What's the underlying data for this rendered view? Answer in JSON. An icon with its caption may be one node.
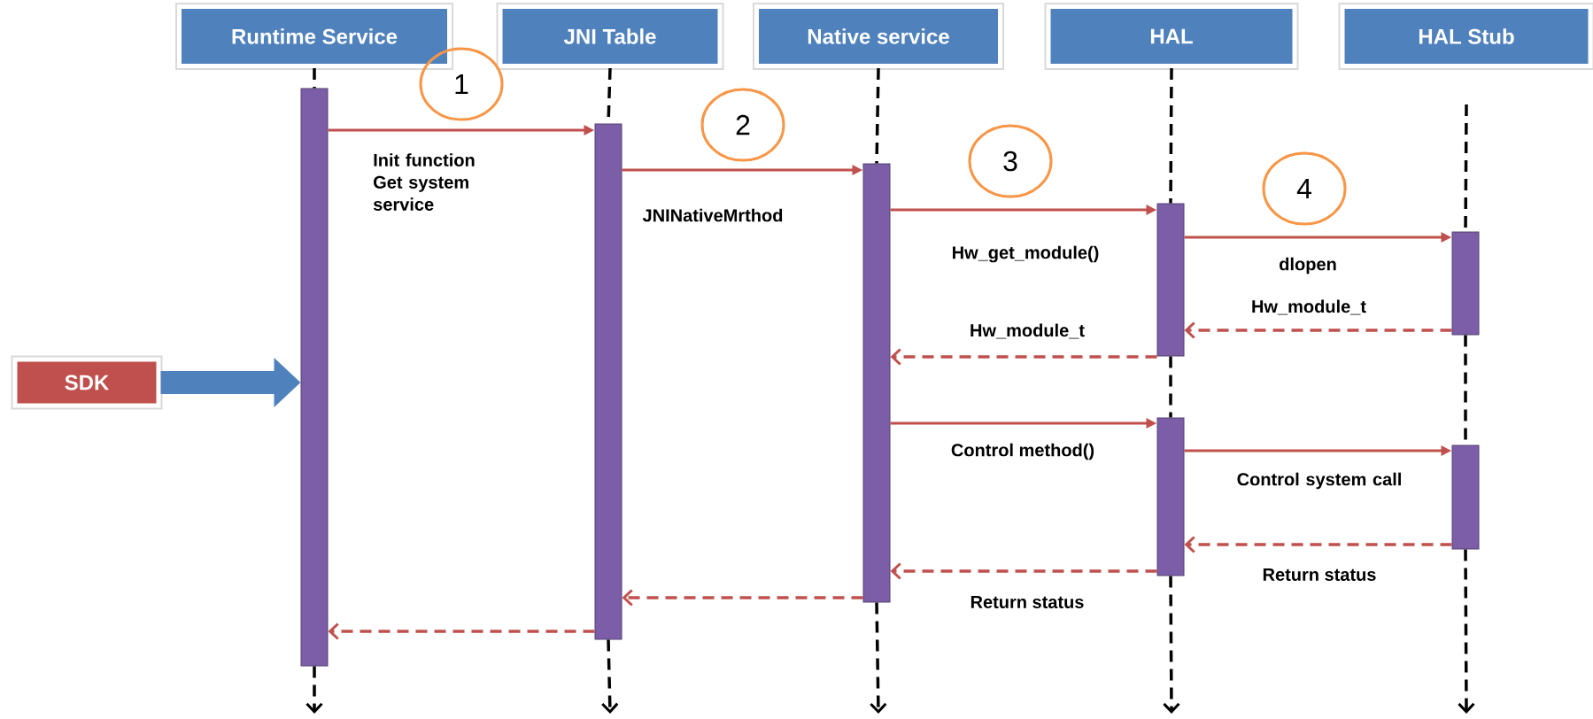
{
  "diagram": {
    "nodes": [
      {
        "text": [
          "Runtime Service"
        ]
      },
      {
        "text": [
          "JNI Table"
        ]
      },
      {
        "text": [
          "Native service"
        ]
      },
      {
        "text": [
          "HAL"
        ]
      },
      {
        "text": [
          "HAL Stub"
        ]
      },
      {
        "text": [
          "SDK"
        ]
      },
      {
        "text": [],
        "shape": "bar"
      },
      {
        "text": [],
        "shape": "bar"
      },
      {
        "text": [],
        "shape": "bar"
      },
      {
        "text": [],
        "shape": "bar"
      },
      {
        "text": [],
        "shape": "bar"
      },
      {
        "text": [],
        "shape": "bar"
      },
      {
        "text": [],
        "shape": "bar"
      },
      {
        "text": [
          "1"
        ]
      },
      {
        "text": [
          "2"
        ]
      },
      {
        "text": [
          "3"
        ]
      },
      {
        "text": [
          "4"
        ]
      }
    ],
    "edges": [
      {
        "from": 0,
        "to": null,
        "arrow": "to",
        "style": "dashed",
        "color": "#000000"
      },
      {
        "from": 1,
        "to": null,
        "arrow": "to",
        "style": "dashed",
        "color": "#000000"
      },
      {
        "from": 2,
        "to": null,
        "arrow": "to",
        "style": "dashed",
        "color": "#000000"
      },
      {
        "from": 3,
        "to": null,
        "arrow": "to",
        "style": "dashed",
        "color": "#000000"
      },
      {
        "from": 4,
        "to": null,
        "arrow": "to",
        "style": "dashed",
        "color": "#000000"
      },
      {
        "from": 5,
        "to": 6,
        "arrow": "to",
        "style": "thick",
        "color": "#4f81bd"
      },
      {
        "from": 6,
        "to": 7,
        "arrow": "to",
        "label": "Init function Get system service"
      },
      {
        "from": 7,
        "to": 8,
        "arrow": "to",
        "label": "JNINativeMrthod"
      },
      {
        "from": 8,
        "to": 9,
        "arrow": "to",
        "label": "Hw_get_module()"
      },
      {
        "from": 9,
        "to": 10,
        "arrow": "to",
        "label": "dlopen"
      },
      {
        "from": 10,
        "to": 9,
        "arrow": "to",
        "label": "Hw_module_t",
        "style": "dashed"
      },
      {
        "from": 9,
        "to": 8,
        "arrow": "to",
        "label": "Hw_module_t",
        "style": "dashed"
      },
      {
        "from": 8,
        "to": 11,
        "arrow": "to",
        "label": "Control method()"
      },
      {
        "from": 11,
        "to": 12,
        "arrow": "to",
        "label": "Control system call"
      },
      {
        "from": 12,
        "to": 11,
        "arrow": "to",
        "label": "Return status",
        "style": "dashed"
      },
      {
        "from": 11,
        "to": 8,
        "arrow": "to",
        "label": "Return status",
        "style": "dashed"
      },
      {
        "from": 8,
        "to": 7,
        "arrow": "to",
        "style": "dashed"
      },
      {
        "from": 7,
        "to": 6,
        "arrow": "to",
        "style": "dashed"
      }
    ]
  }
}
